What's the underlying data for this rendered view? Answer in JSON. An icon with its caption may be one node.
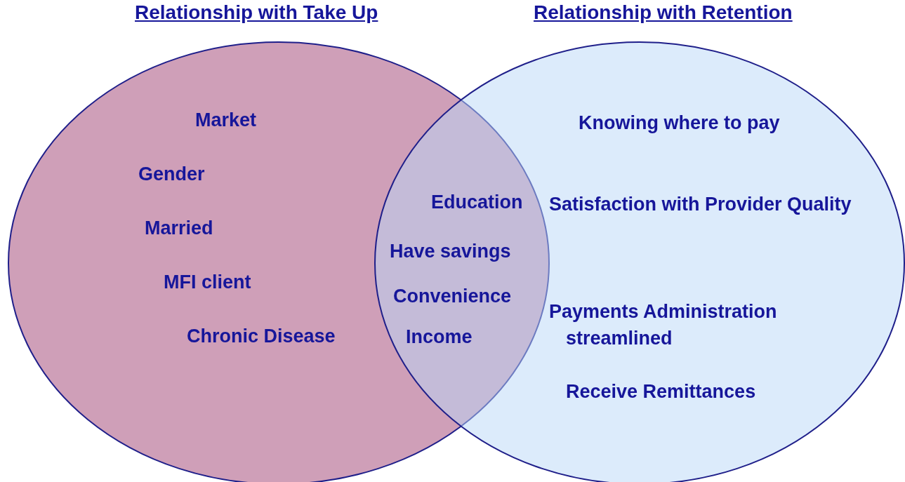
{
  "diagram": {
    "nodes": [
      {
        "text": [
          "Relationship with Take Up"
        ]
      },
      {
        "text": [
          "Relationship with Retention"
        ]
      }
    ],
    "labels": [
      "Market",
      "Gender",
      "Married",
      "MFI client",
      "Chronic Disease",
      "Education",
      "Have savings",
      "Convenience",
      "Income",
      "Knowing where to pay",
      "Satisfaction with Provider Quality",
      "Payments Administration streamlined",
      "Receive Remittances"
    ]
  }
}
